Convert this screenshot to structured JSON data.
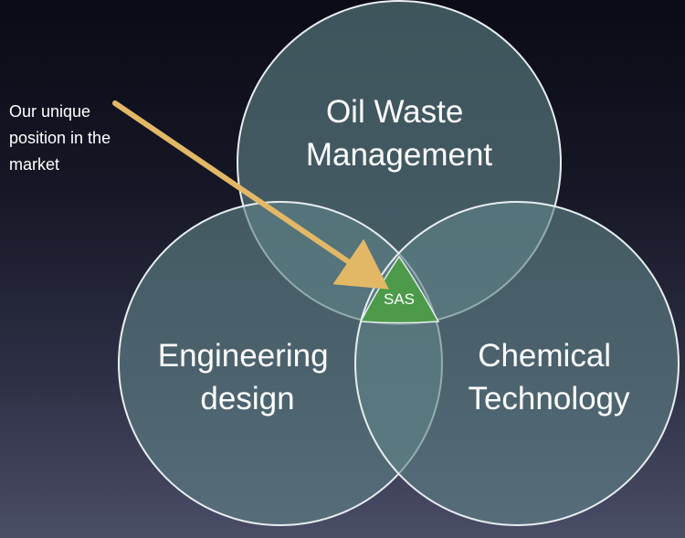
{
  "annotation": {
    "lines": [
      "Our unique",
      "position in the",
      "market"
    ]
  },
  "circles": {
    "top": {
      "lines": [
        "Oil Waste",
        "Management"
      ]
    },
    "left": {
      "lines": [
        "Engineering",
        "design"
      ]
    },
    "right": {
      "lines": [
        "Chemical",
        "Technology"
      ]
    }
  },
  "center": {
    "label": "SAS"
  },
  "colors": {
    "circle_fill": "#5f8288",
    "circle_stroke": "#e8eef0",
    "center_fill": "#4c9a4a",
    "arrow": "#e2b866"
  }
}
